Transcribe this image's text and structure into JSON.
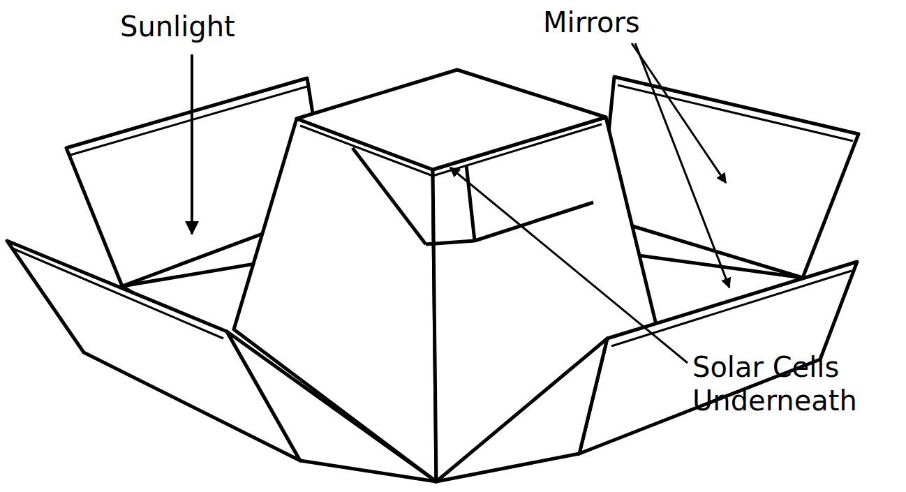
{
  "diagram": {
    "labels": [
      "Sunlight",
      "Mirrors",
      "Solar Cells Underneath"
    ]
  }
}
